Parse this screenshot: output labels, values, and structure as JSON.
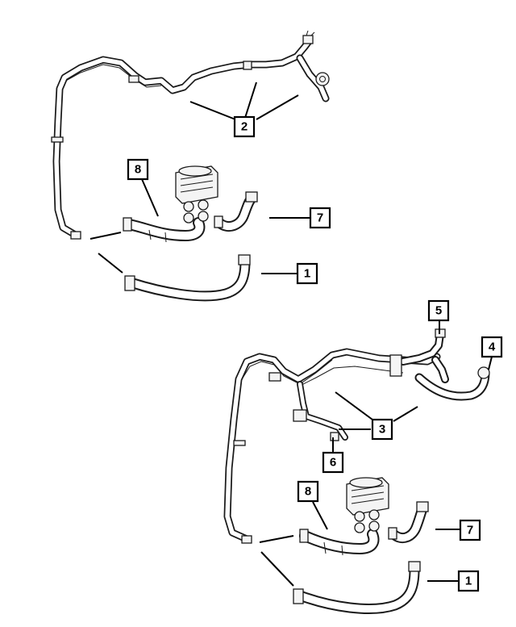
{
  "diagram": {
    "callouts": {
      "top_2": "2",
      "top_8": "8",
      "top_7": "7",
      "top_1": "1",
      "bot_5": "5",
      "bot_4": "4",
      "bot_3": "3",
      "bot_6": "6",
      "bot_8": "8",
      "bot_7": "7",
      "bot_1": "1"
    }
  }
}
